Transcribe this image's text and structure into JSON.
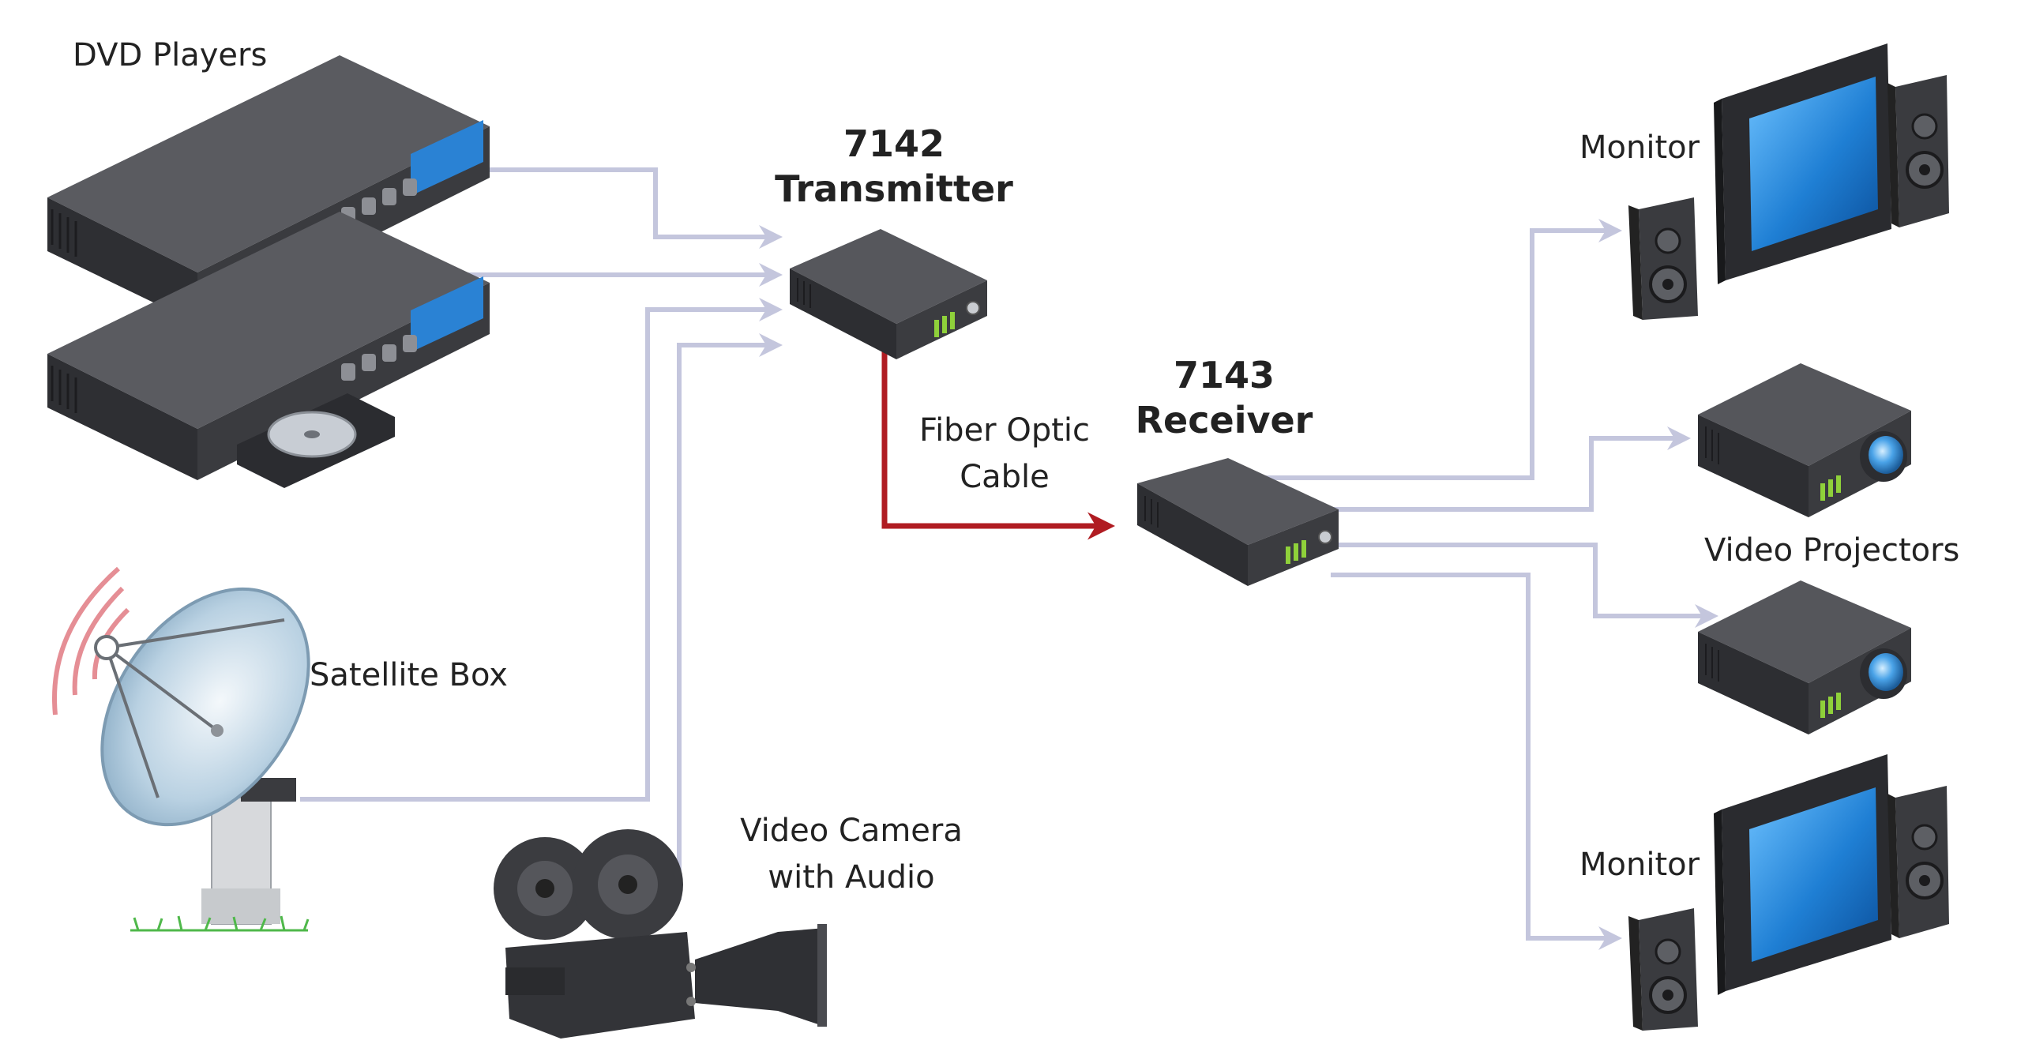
{
  "labels": {
    "dvd_players": "DVD Players",
    "satellite_box": "Satellite Box",
    "video_camera_line1": "Video Camera",
    "video_camera_line2": "with Audio",
    "transmitter_line1": "7142",
    "transmitter_line2": "Transmitter",
    "fiber_line1": "Fiber Optic",
    "fiber_line2": "Cable",
    "receiver_line1": "7143",
    "receiver_line2": "Receiver",
    "monitor_top": "Monitor",
    "video_projectors": "Video Projectors",
    "monitor_bottom": "Monitor"
  },
  "colors": {
    "signal_line": "#c4c6dd",
    "fiber_cable": "#b01c22",
    "device_body": "#3c3c3e",
    "device_top": "#55565a",
    "screen_blue": "#2a86d6",
    "satellite_waves": "#e58e95"
  },
  "icons": {
    "dvd_player": "dvd-player-icon",
    "satellite_dish": "satellite-dish-icon",
    "video_camera": "video-camera-icon",
    "transmitter": "transmitter-box-icon",
    "receiver": "receiver-box-icon",
    "monitor": "monitor-with-speakers-icon",
    "projector": "video-projector-icon"
  }
}
